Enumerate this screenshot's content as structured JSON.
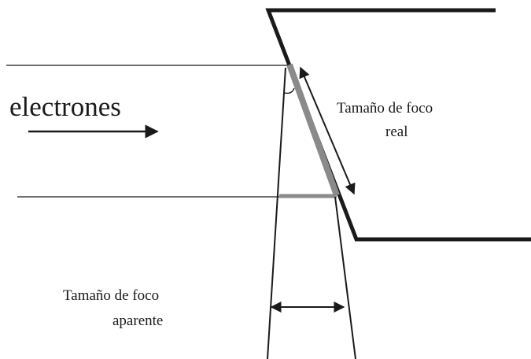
{
  "labels": {
    "electrons": "electrones",
    "real_line1": "Tamaño de foco",
    "real_line2": "real",
    "apparent_line1": "Tamaño de foco",
    "apparent_line2": "aparente"
  },
  "colors": {
    "ink": "#1a1a1a",
    "focal_track": "#8a8a8a",
    "background": "#ffffff"
  }
}
